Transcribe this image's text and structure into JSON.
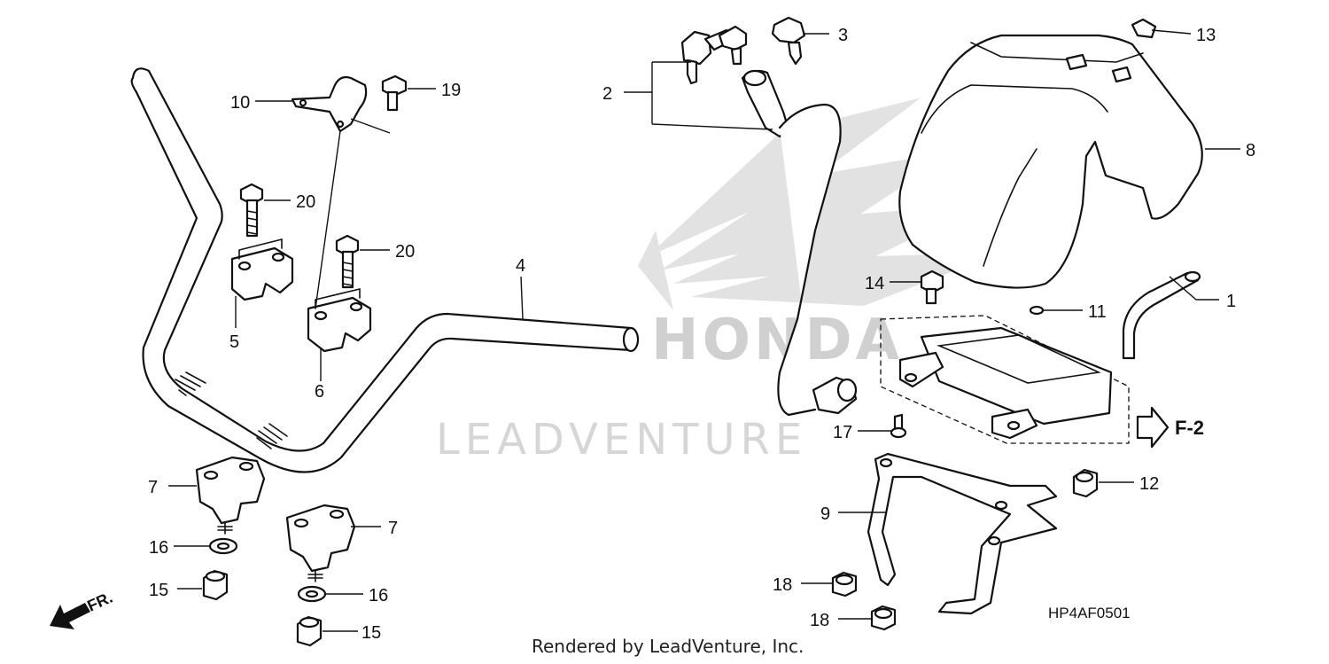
{
  "diagram": {
    "callouts": [
      {
        "id": "1",
        "label": "1"
      },
      {
        "id": "2",
        "label": "2"
      },
      {
        "id": "3",
        "label": "3"
      },
      {
        "id": "4",
        "label": "4"
      },
      {
        "id": "5",
        "label": "5"
      },
      {
        "id": "6",
        "label": "6"
      },
      {
        "id": "7a",
        "label": "7"
      },
      {
        "id": "7b",
        "label": "7"
      },
      {
        "id": "8",
        "label": "8"
      },
      {
        "id": "9",
        "label": "9"
      },
      {
        "id": "10",
        "label": "10"
      },
      {
        "id": "11",
        "label": "11"
      },
      {
        "id": "12",
        "label": "12"
      },
      {
        "id": "13",
        "label": "13"
      },
      {
        "id": "14",
        "label": "14"
      },
      {
        "id": "15a",
        "label": "15"
      },
      {
        "id": "15b",
        "label": "15"
      },
      {
        "id": "16a",
        "label": "16"
      },
      {
        "id": "16b",
        "label": "16"
      },
      {
        "id": "17",
        "label": "17"
      },
      {
        "id": "18a",
        "label": "18"
      },
      {
        "id": "18b",
        "label": "18"
      },
      {
        "id": "19",
        "label": "19"
      },
      {
        "id": "20a",
        "label": "20"
      },
      {
        "id": "20b",
        "label": "20"
      }
    ],
    "reference_arrow_label": "F-2",
    "front_arrow_label": "FR.",
    "diagram_code": "HP4AF0501",
    "watermark": "LEADVENTURE",
    "brand_watermark": "HONDA",
    "footer": "Rendered by LeadVenture, Inc.",
    "colors": {
      "line": "#111111",
      "watermark": "#d6d6d6",
      "background": "#ffffff"
    }
  }
}
